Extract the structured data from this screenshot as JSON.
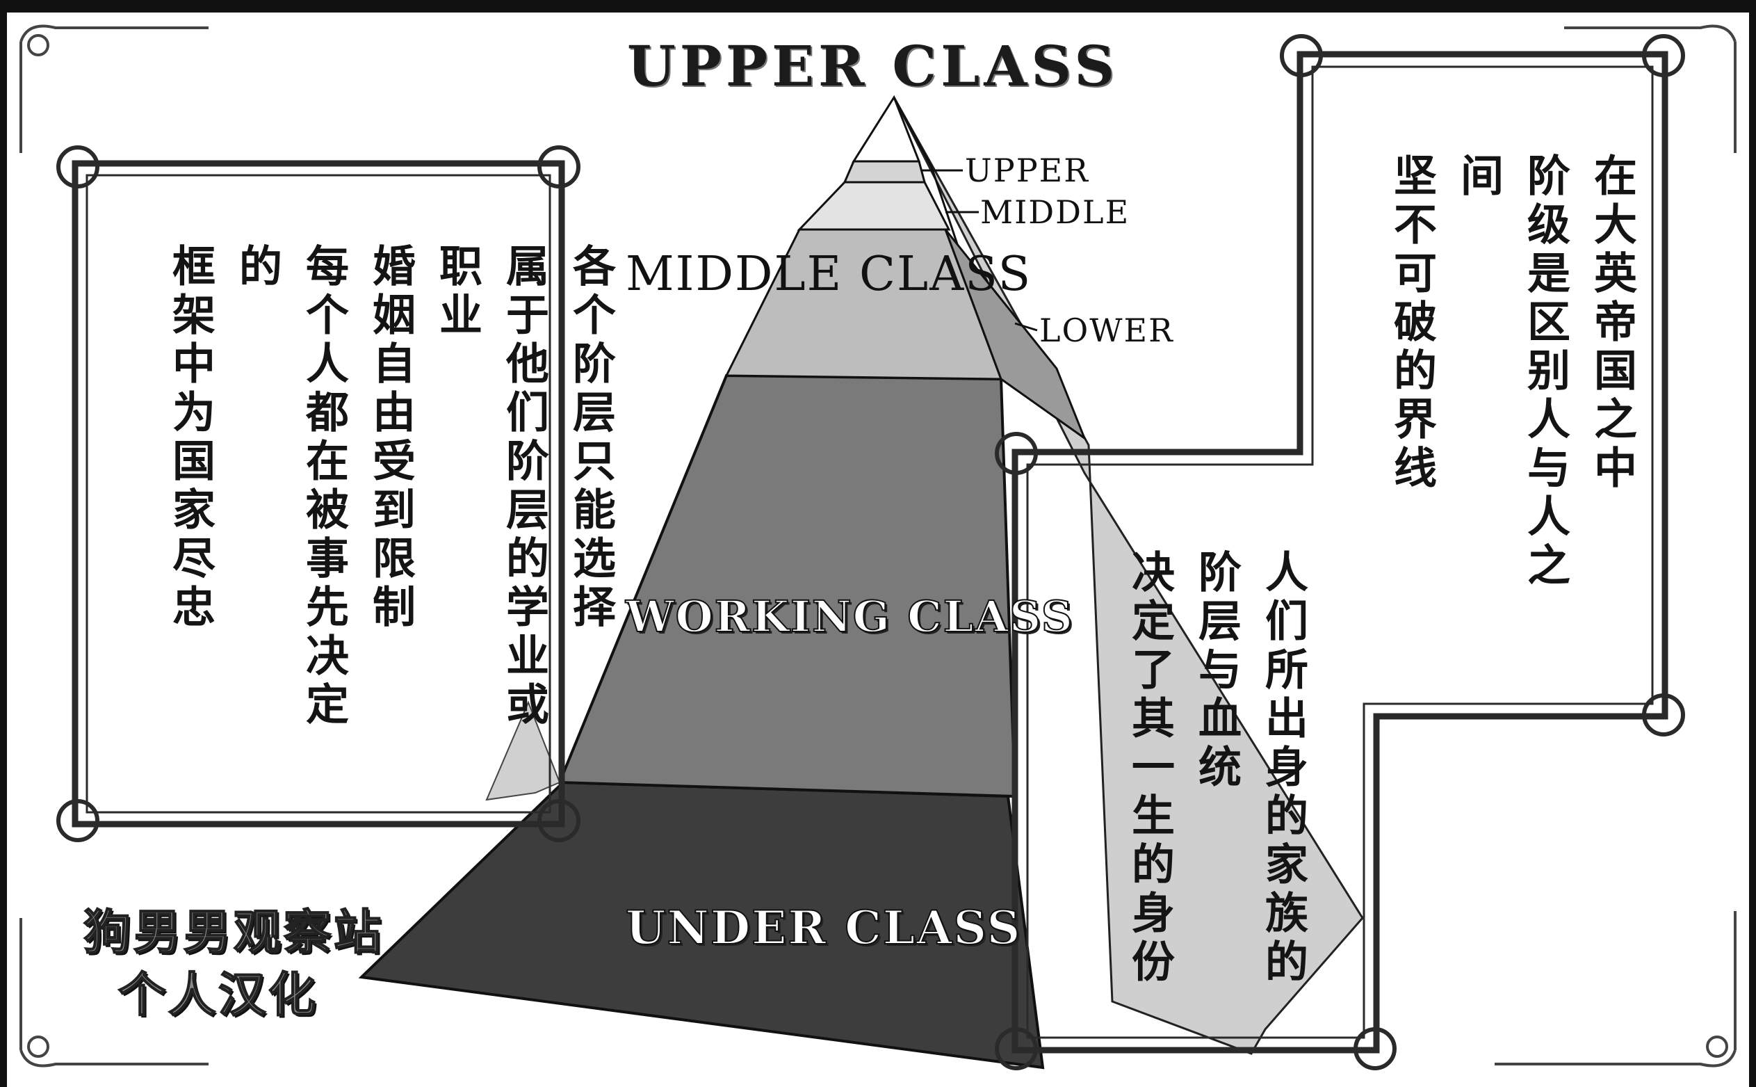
{
  "pyramid": {
    "title": "UPPER CLASS",
    "middle_class": "MIDDLE CLASS",
    "working_class": "WORKING CLASS",
    "under_class": "UNDER CLASS",
    "sub_upper": "UPPER",
    "sub_middle": "MIDDLE",
    "sub_lower": "LOWER"
  },
  "left_box": {
    "columns": [
      "各个阶层只能选择",
      "属于他们阶层的学业或职业",
      "婚姻自由受到限制",
      "每个人都在被事先决定的",
      "框架中为国家尽忠"
    ]
  },
  "right_top_box": {
    "columns": [
      "在大英帝国之中",
      "阶级是区别人与人之间",
      "坚不可破的界线"
    ]
  },
  "right_bottom_box": {
    "columns": [
      "人们所出身的家族的",
      "阶层与血统",
      "决定了其一生的身份"
    ]
  },
  "credit": {
    "line1": "狗男男观察站",
    "line2": "个人汉化"
  },
  "colors": {
    "background": "#ffffff",
    "under_band": "#3d3d3d",
    "working_band": "#7a7a7a",
    "lower_middle_band": "#bdbdbd",
    "frame": "#2a2a2a"
  }
}
